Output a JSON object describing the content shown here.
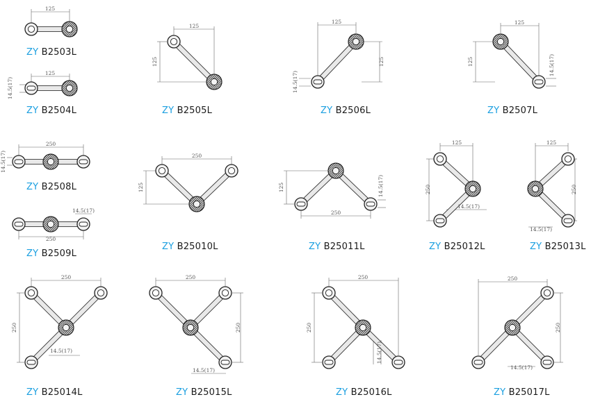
{
  "prefix": "ZY",
  "prefix_color": "#1a9fe0",
  "items": [
    {
      "model": "B2503L"
    },
    {
      "model": "B2504L"
    },
    {
      "model": "B2505L"
    },
    {
      "model": "B2506L"
    },
    {
      "model": "B2507L"
    },
    {
      "model": "B2508L"
    },
    {
      "model": "B2509L"
    },
    {
      "model": "B25010L"
    },
    {
      "model": "B25011L"
    },
    {
      "model": "B25012L"
    },
    {
      "model": "B25013L"
    },
    {
      "model": "B25014L"
    },
    {
      "model": "B25015L"
    },
    {
      "model": "B25016L"
    },
    {
      "model": "B25017L"
    }
  ],
  "dims": {
    "arm125": "125",
    "arm250": "250",
    "slot": "14.5(17)"
  }
}
